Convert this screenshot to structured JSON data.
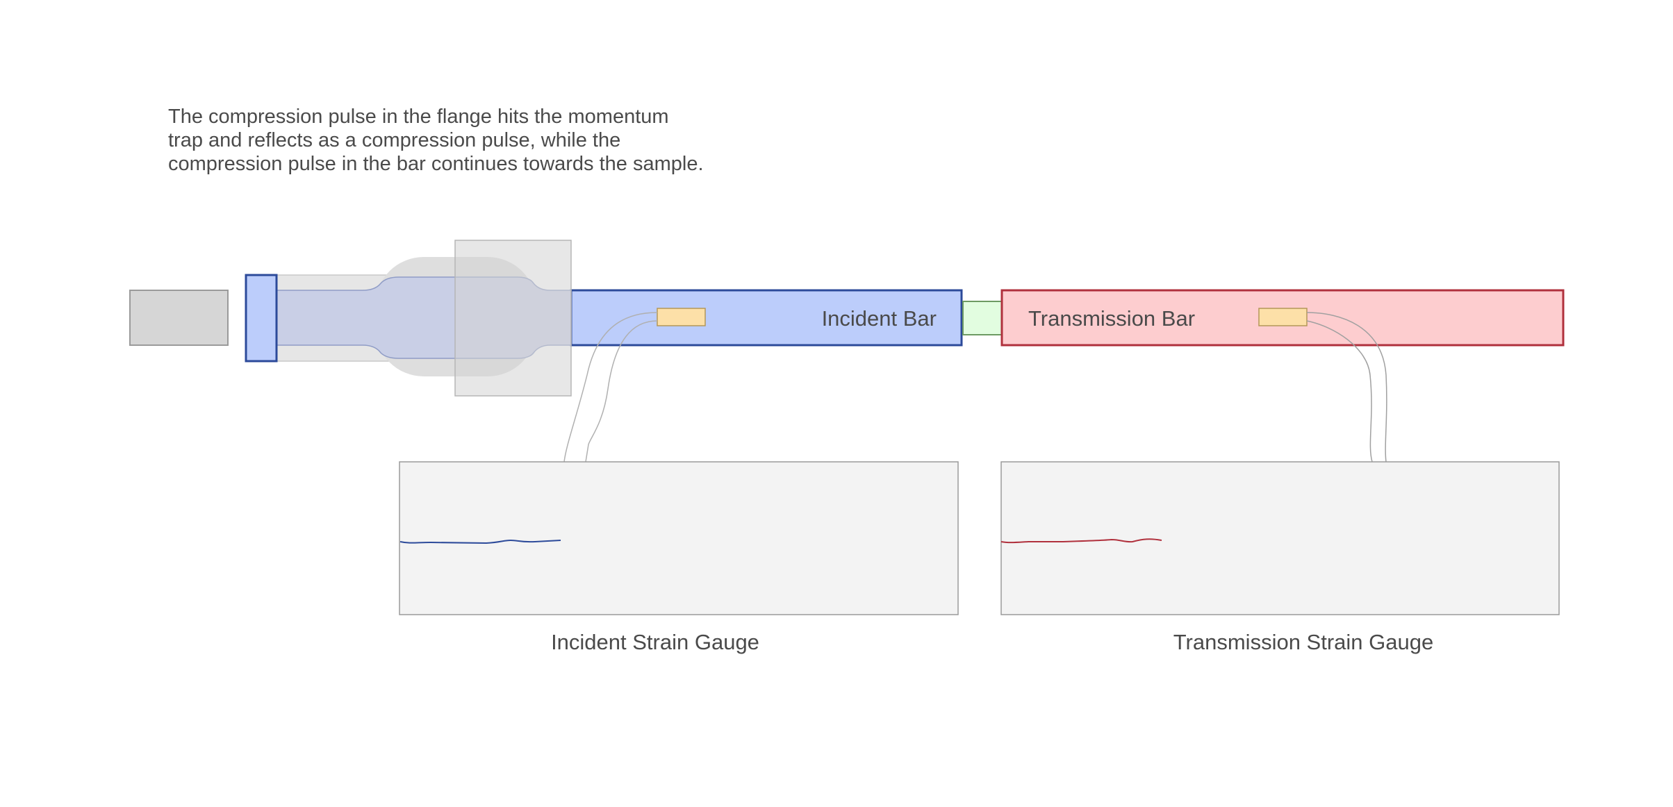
{
  "caption": {
    "lines": [
      "The compression pulse in the flange hits the momentum",
      "trap and reflects as a compression pulse, while the",
      "compression pulse in the bar continues towards the sample."
    ]
  },
  "bars": {
    "incident_label": "Incident Bar",
    "transmission_label": "Transmission Bar"
  },
  "gauges": {
    "incident_label": "Incident Strain Gauge",
    "transmission_label": "Transmission Strain Gauge"
  },
  "colors": {
    "incident": "#2c4a9a",
    "incident_fill": "#bccdfb",
    "transmission": "#b0303c",
    "transmission_fill": "#fdcdcf",
    "sample_fill": "#e2fde0",
    "sample_stroke": "#6d9a63",
    "gauge_fill": "#fde0a8",
    "gauge_stroke": "#b39758",
    "housing": "#d9d9d9",
    "panel": "#f3f3f3",
    "wire": "#a8a8a8"
  }
}
